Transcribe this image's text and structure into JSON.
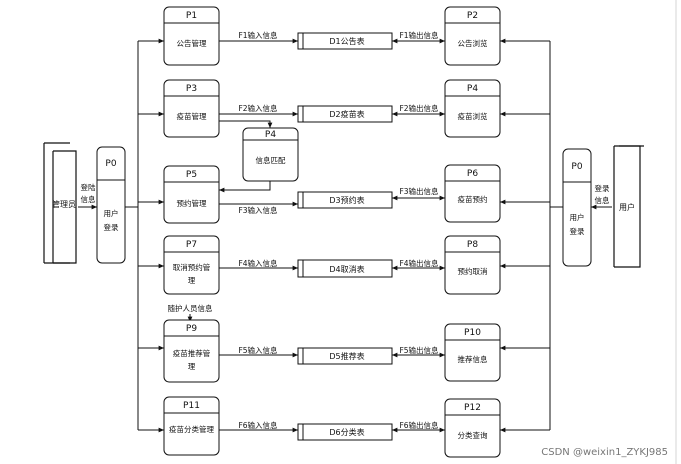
{
  "processes": {
    "p1": {
      "id": "P1",
      "name": "公告管理"
    },
    "p3": {
      "id": "P3",
      "name": "疫苗管理"
    },
    "p5": {
      "id": "P5",
      "name": "预约管理"
    },
    "p7": {
      "id": "P7",
      "name_l1": "取消预约管",
      "name_l2": "理"
    },
    "p9": {
      "id": "P9",
      "name_l1": "疫苗推荐管",
      "name_l2": "理"
    },
    "p11": {
      "id": "P11",
      "name": "疫苗分类管理"
    },
    "p2": {
      "id": "P2",
      "name": "公告浏览"
    },
    "p4r": {
      "id": "P4",
      "name": "疫苗浏览"
    },
    "p6": {
      "id": "P6",
      "name": "疫苗预约"
    },
    "p8": {
      "id": "P8",
      "name": "预约取消"
    },
    "p10": {
      "id": "P10",
      "name": "推荐信息"
    },
    "p12": {
      "id": "P12",
      "name": "分类查询"
    },
    "p4m": {
      "id": "P4",
      "name": "信息匹配"
    },
    "p0l": {
      "id": "P0",
      "name_l1": "用户",
      "name_l2": "登录"
    },
    "p0r": {
      "id": "P0",
      "name_l1": "用户",
      "name_l2": "登录"
    }
  },
  "stores": {
    "d1": "D1公告表",
    "d2": "D2疫苗表",
    "d3": "D3预约表",
    "d4": "D4取消表",
    "d5": "D5推荐表",
    "d6": "D6分类表"
  },
  "entities": {
    "admin": "管理员",
    "user": "用户"
  },
  "flows": {
    "f1in": "F1输入信息",
    "f1out": "F1输出信息",
    "f2in": "F2输入信息",
    "f2out": "F2输出信息",
    "f3in": "F3输入信息",
    "f3out": "F3输出信息",
    "f4in": "F4输入信息",
    "f4out": "F4输出信息",
    "f5in": "F5输入信息",
    "f5out": "F5输出信息",
    "f6in": "F6输入信息",
    "f6out": "F6输出信息",
    "login_l_1": "登陆",
    "login_l_2": "信息",
    "login_r_1": "登录",
    "login_r_2": "信息",
    "maintain": "随护人员信息"
  },
  "watermark": "CSDN @weixin1_ZYKJ985"
}
